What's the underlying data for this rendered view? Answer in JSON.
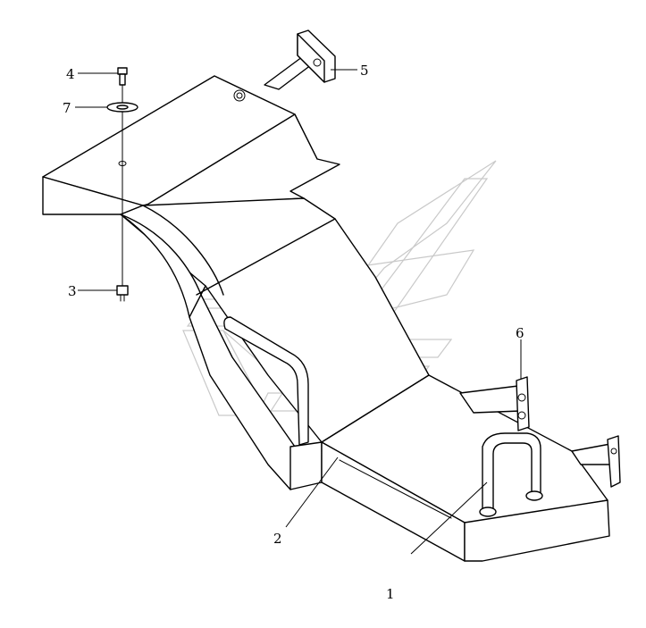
{
  "callouts": [
    {
      "id": "c1",
      "label": "1"
    },
    {
      "id": "c2",
      "label": "2"
    },
    {
      "id": "c3",
      "label": "3"
    },
    {
      "id": "c4",
      "label": "4"
    },
    {
      "id": "c5",
      "label": "5"
    },
    {
      "id": "c6",
      "label": "6"
    },
    {
      "id": "c7",
      "label": "7"
    }
  ],
  "colors": {
    "line": "#000000",
    "background": "#ffffff",
    "watermark": "#c9c9c9"
  }
}
